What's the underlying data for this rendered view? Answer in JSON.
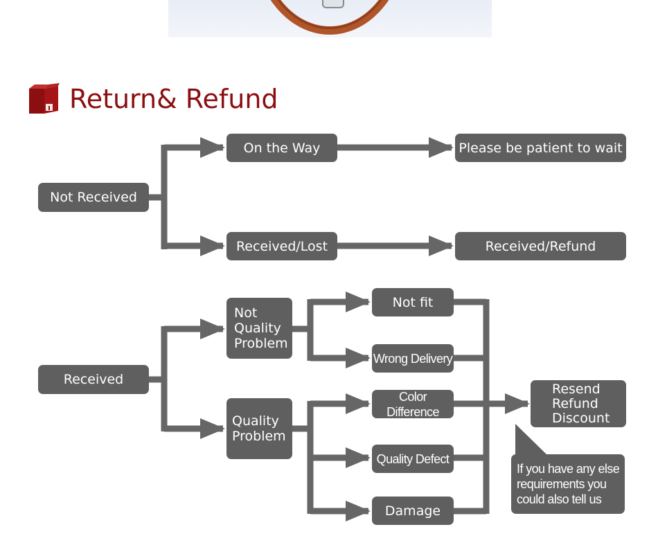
{
  "title": "Return& Refund",
  "colors": {
    "box": "#5f5f5f",
    "line": "#666666",
    "title": "#8b0e10"
  },
  "icons": {
    "title": "package-box-icon"
  },
  "flow": {
    "not_received": {
      "label": "Not Received",
      "on_the_way": {
        "label": "On the Way",
        "result": "Please be patient to wait"
      },
      "lost": {
        "label": "Received/Lost",
        "result": "Received/Refund"
      }
    },
    "received": {
      "label": "Received",
      "not_quality_problem": {
        "lines": [
          "Not",
          "Quality",
          "Problem"
        ],
        "not_fit": "Not fit",
        "wrong_delivery": "Wrong Delivery"
      },
      "quality_problem": {
        "lines": [
          "Quality",
          "Problem"
        ],
        "color_difference": "Color Difference",
        "quality_defect": "Quality Defect",
        "damage": "Damage"
      },
      "outcome": {
        "lines": [
          "Resend",
          "Refund",
          "Discount"
        ]
      },
      "note": {
        "lines": [
          "If you have any else",
          "requirements you",
          "could also tell us"
        ]
      }
    }
  }
}
